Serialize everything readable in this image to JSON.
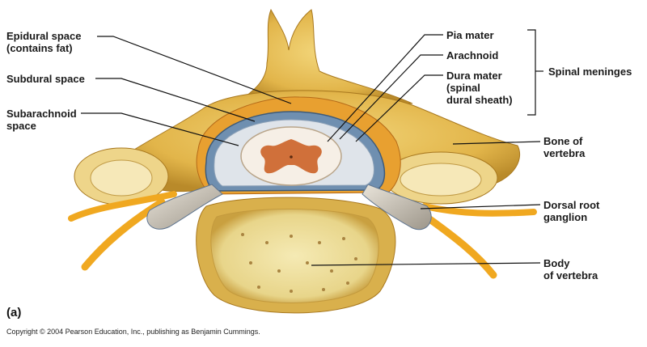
{
  "labels": {
    "epidural": "Epidural space\n(contains fat)",
    "subdural": "Subdural space",
    "subarachnoid": "Subarachnoid\nspace",
    "pia": "Pia mater",
    "arachnoid": "Arachnoid",
    "dura": "Dura mater\n(spinal\ndural sheath)",
    "meninges": "Spinal meninges",
    "bone": "Bone of\nvertebra",
    "ganglion": "Dorsal root\nganglion",
    "body": "Body\nof vertebra"
  },
  "panel_label": "(a)",
  "copyright": "Copyright © 2004 Pearson Education, Inc., publishing as Benjamin Cummings.",
  "colors": {
    "bone": "#e8c25a",
    "bone_dark": "#b98a2a",
    "fat": "#e8a030",
    "dura": "#6f8fb0",
    "csf": "#dfe4ea",
    "cord": "#f6efe6",
    "gray_matter": "#d0703a",
    "nerve": "#f0a820",
    "ganglion": "#c9c2b4",
    "body_spongy": "#f0e2a0"
  }
}
